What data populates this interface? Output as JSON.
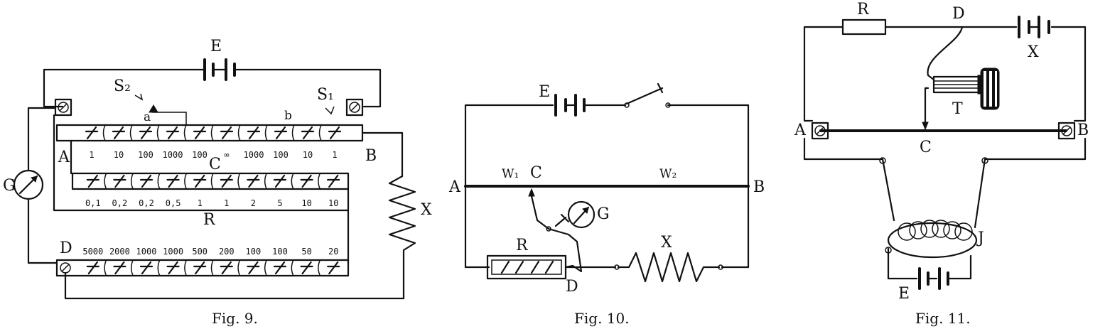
{
  "figures": [
    {
      "caption": "Fig. 9.",
      "labels": {
        "E": "E",
        "S2": "S₂",
        "S1": "S₁",
        "a": "a",
        "b": "b",
        "A": "A",
        "B": "B",
        "C": "C",
        "D": "D",
        "R": "R",
        "G": "G",
        "X": "X"
      },
      "row1": [
        "1",
        "10",
        "100",
        "1000",
        "100",
        "∞",
        "1000",
        "100",
        "10",
        "1"
      ],
      "row2": [
        "0,1",
        "0,2",
        "0,2",
        "0,5",
        "1",
        "1",
        "2",
        "5",
        "10",
        "10"
      ],
      "row3": [
        "5000",
        "2000",
        "1000",
        "1000",
        "500",
        "200",
        "100",
        "100",
        "50",
        "20"
      ]
    },
    {
      "caption": "Fig. 10.",
      "labels": {
        "E": "E",
        "A": "A",
        "B": "B",
        "W1": "W₁",
        "W2": "W₂",
        "C": "C",
        "G": "G",
        "R": "R",
        "D": "D",
        "X": "X"
      }
    },
    {
      "caption": "Fig. 11.",
      "labels": {
        "R": "R",
        "D": "D",
        "X": "X",
        "T": "T",
        "A": "A",
        "B": "B",
        "C": "C",
        "J": "J",
        "E": "E"
      }
    }
  ]
}
